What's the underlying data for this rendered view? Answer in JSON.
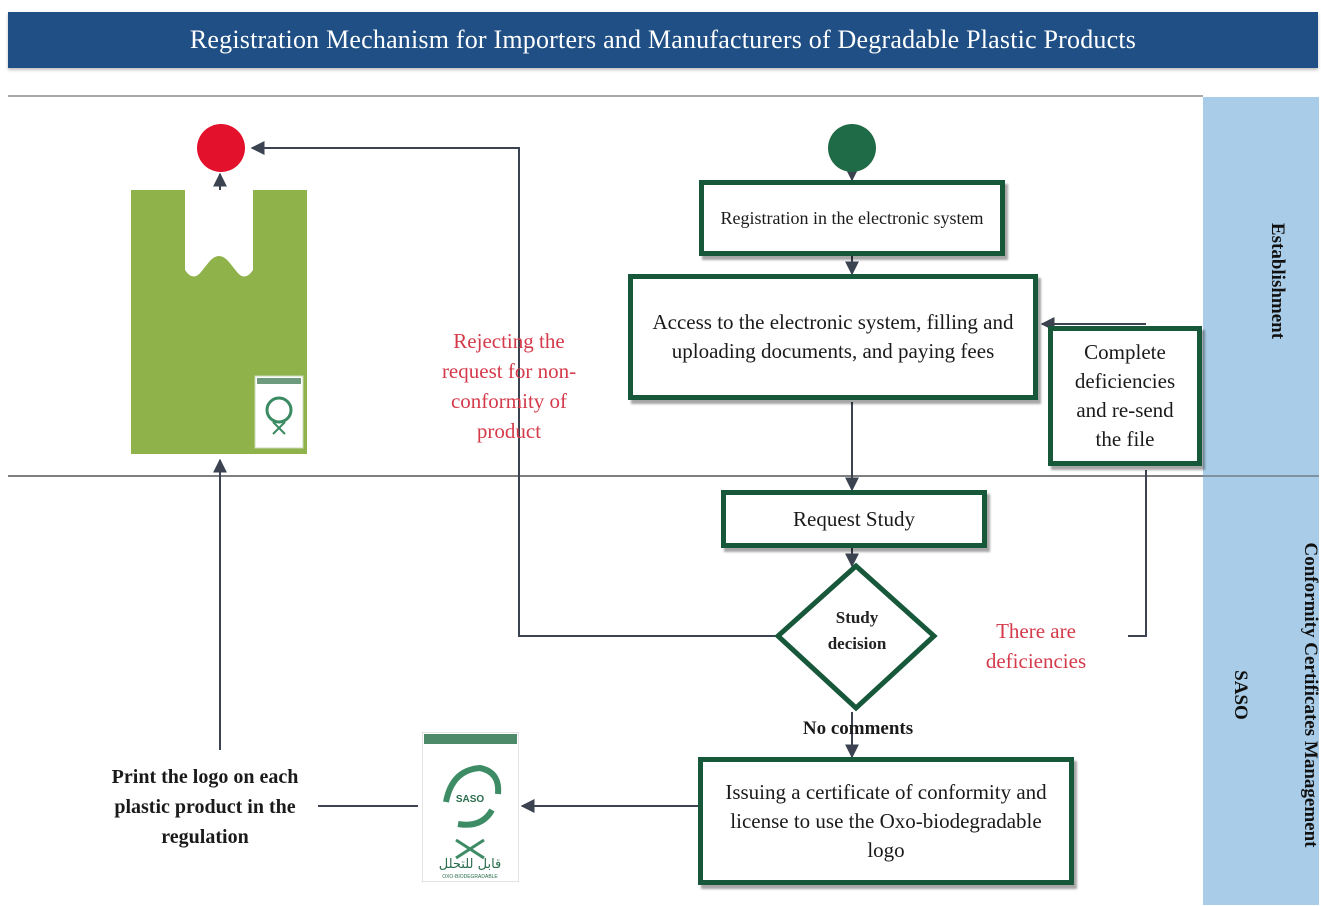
{
  "title": "Registration Mechanism for Importers and Manufacturers of Degradable Plastic Products",
  "lanes": {
    "establishment": "Establishment",
    "conformity": "Conformity Certificates Management",
    "saso": "SASO"
  },
  "nodes": {
    "registration": "Registration in the electronic system",
    "access": "Access to the electronic system, filling and uploading documents, and paying fees",
    "complete": "Complete deficiencies and re-send the file",
    "request_study": "Request Study",
    "study_decision": "Study decision",
    "issuing": "Issuing a certificate of conformity and license to use the Oxo-biodegradable logo",
    "print_logo": "Print the logo on each plastic product in the regulation"
  },
  "labels": {
    "rejecting": "Rejecting the request for non-conformity of product",
    "deficiencies": "There are deficiencies",
    "no_comments": "No comments"
  },
  "logo": {
    "saso_text": "SASO",
    "arabic_text": "قابل للتحلل",
    "subtitle": "OXO-BIODEGRADABLE"
  },
  "colors": {
    "title_bg": "#1f4f84",
    "lane_bg": "#a9cde8",
    "node_border": "#17583a",
    "start_circle": "#1f6b47",
    "end_circle": "#e3112c",
    "label_red": "#d43a4a",
    "bag_green": "#8fb24a"
  },
  "icons": {
    "bag": "plastic-bag-icon",
    "logo": "oxo-biodegradable-logo-icon",
    "start": "start-circle",
    "end": "end-circle"
  }
}
